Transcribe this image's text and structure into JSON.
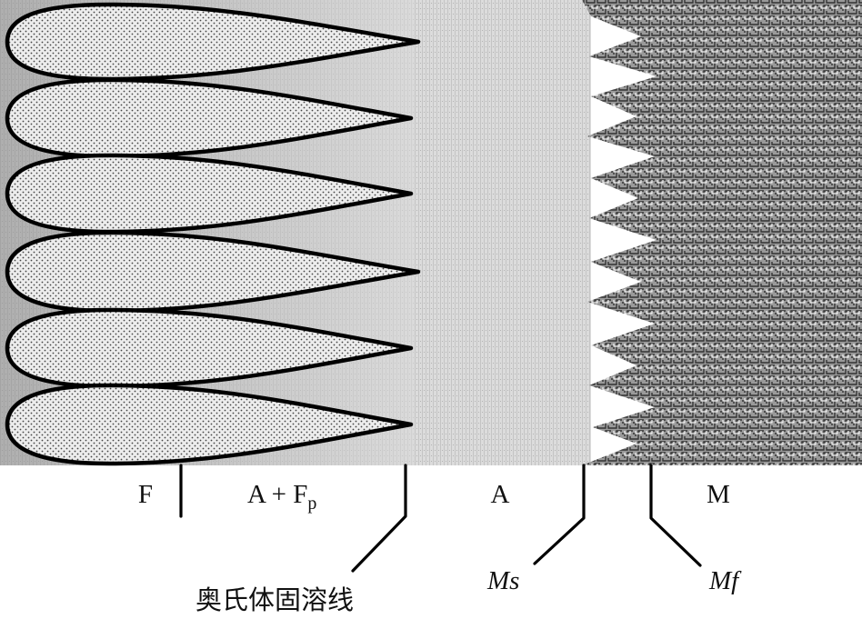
{
  "zones": [
    {
      "id": "ferrite",
      "label": "F"
    },
    {
      "id": "austenite-ferrite",
      "label": "A + F",
      "subscript": "p"
    },
    {
      "id": "austenite",
      "label": "A"
    },
    {
      "id": "martensite",
      "label": "M"
    }
  ],
  "boundaries": [
    {
      "id": "austenite-solvus",
      "label": "奥氏体固溶线"
    },
    {
      "id": "ms",
      "label": "Ms"
    },
    {
      "id": "mf",
      "label": "Mf"
    }
  ],
  "ferrite_lobe_count": 6,
  "colors": {
    "ferrite_fill": "#ececec",
    "austenite": "#dadada",
    "martensite": "#6f6f6f",
    "outline": "#000000"
  }
}
